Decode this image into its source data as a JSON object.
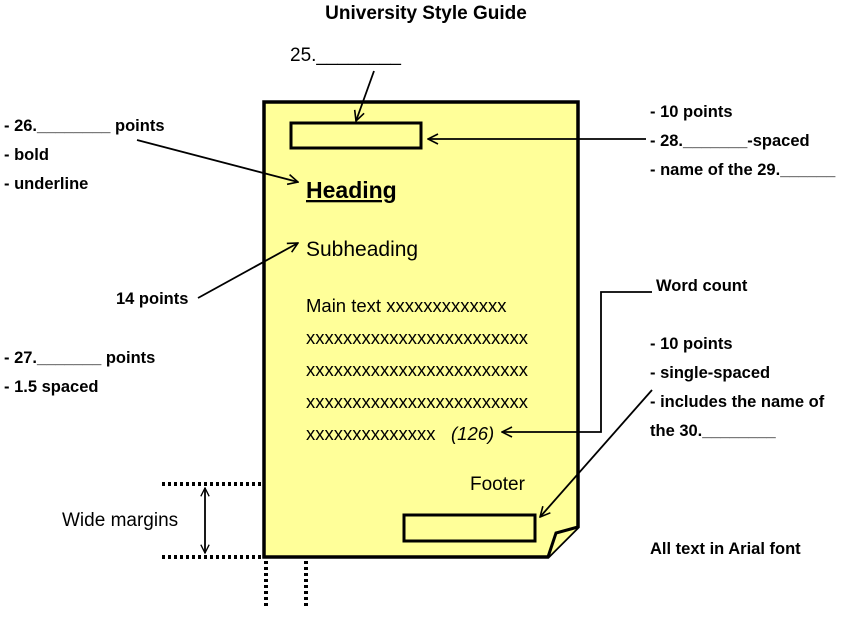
{
  "title": "University Style Guide",
  "q25": "25.________",
  "left": {
    "heading_notes": [
      "- 26.________ points",
      "- bold",
      "- underline"
    ],
    "subheading_note": "14 points",
    "main_notes": [
      "- 27._______ points",
      "-  1.5 spaced"
    ],
    "margins_label": "Wide margins"
  },
  "right": {
    "header_notes": [
      "- 10 points",
      "- 28._______-spaced",
      "- name of the 29.______"
    ],
    "word_count_label": "Word count",
    "footer_notes": [
      "- 10 points",
      "- single-spaced",
      "- includes the name of",
      "the 30.________"
    ],
    "font_note": "All text in Arial font"
  },
  "page": {
    "heading": "Heading",
    "subheading": "Subheading",
    "main_text_lines": [
      "Main text xxxxxxxxxxxxx",
      "xxxxxxxxxxxxxxxxxxxxxxxx",
      "xxxxxxxxxxxxxxxxxxxxxxxx",
      "xxxxxxxxxxxxxxxxxxxxxxxx",
      "xxxxxxxxxxxxxx"
    ],
    "word_count": "(126)",
    "footer": "Footer"
  },
  "colors": {
    "page_fill": "#ffff99",
    "stroke": "#000000"
  }
}
